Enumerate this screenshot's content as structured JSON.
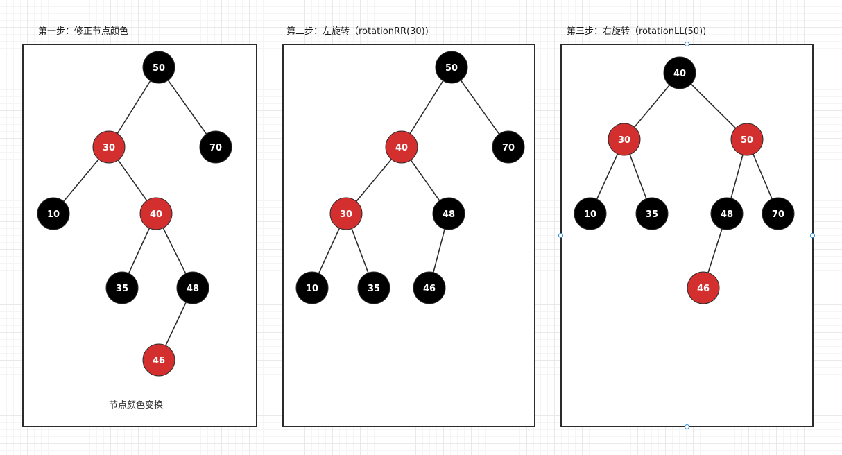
{
  "colors": {
    "black_node": "#000000",
    "red_node": "#d32f2f",
    "edge": "#2b2b2b",
    "label": "#ffffff"
  },
  "panels": [
    {
      "title": "第一步：修正节点颜色",
      "caption": "节点颜色变换",
      "nodes": [
        {
          "id": "50",
          "label": "50",
          "color": "black"
        },
        {
          "id": "30",
          "label": "30",
          "color": "red"
        },
        {
          "id": "70",
          "label": "70",
          "color": "black"
        },
        {
          "id": "10",
          "label": "10",
          "color": "black"
        },
        {
          "id": "40",
          "label": "40",
          "color": "red"
        },
        {
          "id": "35",
          "label": "35",
          "color": "black"
        },
        {
          "id": "48",
          "label": "48",
          "color": "black"
        },
        {
          "id": "46",
          "label": "46",
          "color": "red"
        }
      ],
      "edges": [
        [
          "50",
          "30"
        ],
        [
          "50",
          "70"
        ],
        [
          "30",
          "10"
        ],
        [
          "30",
          "40"
        ],
        [
          "40",
          "35"
        ],
        [
          "40",
          "48"
        ],
        [
          "48",
          "46"
        ]
      ]
    },
    {
      "title": "第二步：左旋转（rotationRR(30))",
      "caption": "",
      "nodes": [
        {
          "id": "50",
          "label": "50",
          "color": "black"
        },
        {
          "id": "40",
          "label": "40",
          "color": "red"
        },
        {
          "id": "70",
          "label": "70",
          "color": "black"
        },
        {
          "id": "30",
          "label": "30",
          "color": "red"
        },
        {
          "id": "48",
          "label": "48",
          "color": "black"
        },
        {
          "id": "10",
          "label": "10",
          "color": "black"
        },
        {
          "id": "35",
          "label": "35",
          "color": "black"
        },
        {
          "id": "46",
          "label": "46",
          "color": "black"
        }
      ],
      "edges": [
        [
          "50",
          "40"
        ],
        [
          "50",
          "70"
        ],
        [
          "40",
          "30"
        ],
        [
          "40",
          "48"
        ],
        [
          "30",
          "10"
        ],
        [
          "30",
          "35"
        ],
        [
          "48",
          "46"
        ]
      ]
    },
    {
      "title": "第三步：右旋转（rotationLL(50))",
      "caption": "",
      "nodes": [
        {
          "id": "40",
          "label": "40",
          "color": "black"
        },
        {
          "id": "30",
          "label": "30",
          "color": "red"
        },
        {
          "id": "50",
          "label": "50",
          "color": "red"
        },
        {
          "id": "10",
          "label": "10",
          "color": "black"
        },
        {
          "id": "35",
          "label": "35",
          "color": "black"
        },
        {
          "id": "48",
          "label": "48",
          "color": "black"
        },
        {
          "id": "70",
          "label": "70",
          "color": "black"
        },
        {
          "id": "46",
          "label": "46",
          "color": "red"
        }
      ],
      "edges": [
        [
          "40",
          "30"
        ],
        [
          "40",
          "50"
        ],
        [
          "30",
          "10"
        ],
        [
          "30",
          "35"
        ],
        [
          "50",
          "48"
        ],
        [
          "50",
          "70"
        ],
        [
          "48",
          "46"
        ]
      ]
    }
  ]
}
